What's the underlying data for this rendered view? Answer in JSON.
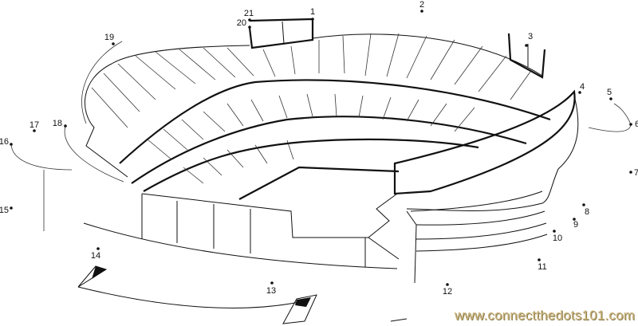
{
  "dots": [
    {
      "label": "1"
    },
    {
      "label": "2"
    },
    {
      "label": "3"
    },
    {
      "label": "4"
    },
    {
      "label": "5"
    },
    {
      "label": "6"
    },
    {
      "label": "7"
    },
    {
      "label": "8"
    },
    {
      "label": "9"
    },
    {
      "label": "10"
    },
    {
      "label": "11"
    },
    {
      "label": "12"
    },
    {
      "label": "13"
    },
    {
      "label": "14"
    },
    {
      "label": "15"
    },
    {
      "label": "16"
    },
    {
      "label": "17"
    },
    {
      "label": "18"
    },
    {
      "label": "19"
    },
    {
      "label": "20"
    },
    {
      "label": "21"
    }
  ],
  "watermark": "www.connectthedots101.com"
}
